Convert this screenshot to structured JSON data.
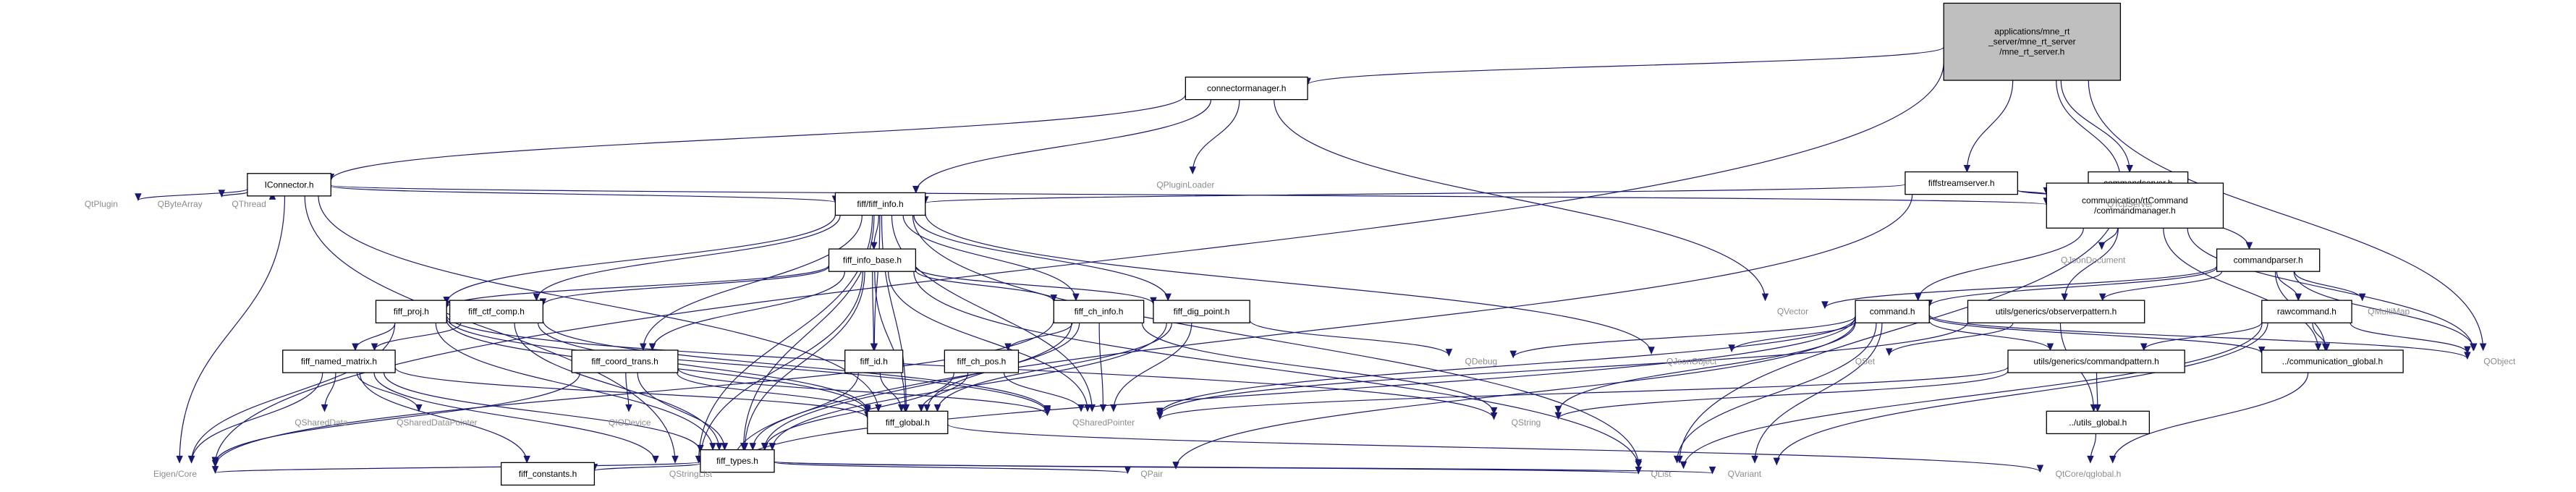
{
  "diagram": {
    "nodes": {
      "root": [
        "applications/mne_rt",
        "_server/mne_rt_server",
        "/mne_rt_server.h"
      ],
      "connectormanager": [
        "connectormanager.h"
      ],
      "fiffstreamserver": [
        "fiffstreamserver.h"
      ],
      "commandserver": [
        "commandserver.h"
      ],
      "iconnector": [
        "IConnector.h"
      ],
      "qpluginloader": [
        "QPluginLoader"
      ],
      "fiff_info": [
        "fiff/fiff_info.h"
      ],
      "commandmanager": [
        "communication/rtCommand",
        "/commandmanager.h"
      ],
      "qtcpserver": [
        "QTcpServer"
      ],
      "qtplugin": [
        "QtPlugin"
      ],
      "qbytearray": [
        "QByteArray"
      ],
      "qthread": [
        "QThread"
      ],
      "fiff_info_base": [
        "fiff_info_base.h"
      ],
      "commandparser": [
        "commandparser.h"
      ],
      "qjsondocument": [
        "QJsonDocument"
      ],
      "fiff_proj": [
        "fiff_proj.h"
      ],
      "fiff_ctf_comp": [
        "fiff_ctf_comp.h"
      ],
      "fiff_ch_info": [
        "fiff_ch_info.h"
      ],
      "fiff_dig_point": [
        "fiff_dig_point.h"
      ],
      "command": [
        "command.h"
      ],
      "observerpattern": [
        "utils/generics/observerpattern.h"
      ],
      "rawcommand": [
        "rawcommand.h"
      ],
      "qmultimap": [
        "QMultiMap"
      ],
      "qvector": [
        "QVector"
      ],
      "fiff_named_matrix": [
        "fiff_named_matrix.h"
      ],
      "fiff_coord_trans": [
        "fiff_coord_trans.h"
      ],
      "fiff_id": [
        "fiff_id.h"
      ],
      "fiff_ch_pos": [
        "fiff_ch_pos.h"
      ],
      "qdebug": [
        "QDebug"
      ],
      "qjsonobject": [
        "QJsonObject"
      ],
      "communication_global": [
        "../communication_global.h"
      ],
      "qobject": [
        "QObject"
      ],
      "qset": [
        "QSet"
      ],
      "commandpattern": [
        "utils/generics/commandpattern.h"
      ],
      "qshareddata": [
        "QSharedData"
      ],
      "qshareddatapointer": [
        "QSharedDataPointer"
      ],
      "qiodevice": [
        "QIODevice"
      ],
      "fiff_global": [
        "fiff_global.h"
      ],
      "qsharedpointer": [
        "QSharedPointer"
      ],
      "qstring": [
        "QString"
      ],
      "utils_global": [
        "../utils_global.h"
      ],
      "fiff_types": [
        "fiff_types.h"
      ],
      "eigen_core": [
        "Eigen/Core"
      ],
      "fiff_constants": [
        "fiff_constants.h"
      ],
      "qstringlist": [
        "QStringList"
      ],
      "qpair": [
        "QPair"
      ],
      "qlist": [
        "QList"
      ],
      "qvariant": [
        "QVariant"
      ],
      "qtcore_qglobal": [
        "QtCore/qglobal.h"
      ]
    }
  }
}
